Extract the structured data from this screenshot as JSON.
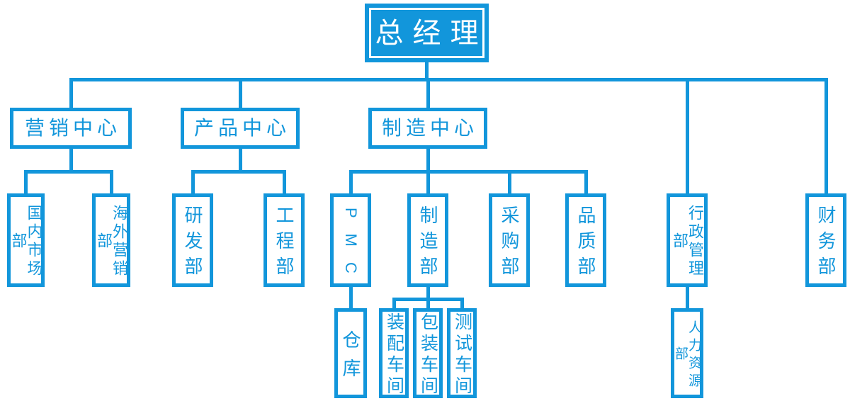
{
  "colors": {
    "accent": "#1296db",
    "background": "#ffffff",
    "root_text": "#ffffff"
  },
  "org": {
    "type": "org-chart",
    "root": {
      "label": "总经理",
      "children": [
        {
          "label": "营销中心",
          "children": [
            {
              "label": "国内市场部"
            },
            {
              "label": "海外营销部"
            }
          ]
        },
        {
          "label": "产品中心",
          "children": [
            {
              "label": "研发部"
            },
            {
              "label": "工程部"
            }
          ]
        },
        {
          "label": "制造中心",
          "children": [
            {
              "label": "PMC",
              "children": [
                {
                  "label": "仓库"
                }
              ]
            },
            {
              "label": "制造部",
              "children": [
                {
                  "label": "装配车间"
                },
                {
                  "label": "包装车间"
                },
                {
                  "label": "测试车间"
                }
              ]
            },
            {
              "label": "采购部"
            },
            {
              "label": "品质部"
            }
          ]
        },
        {
          "label": "行政管理部",
          "children": [
            {
              "label": "人力资源部"
            }
          ]
        },
        {
          "label": "财务部"
        }
      ]
    }
  }
}
